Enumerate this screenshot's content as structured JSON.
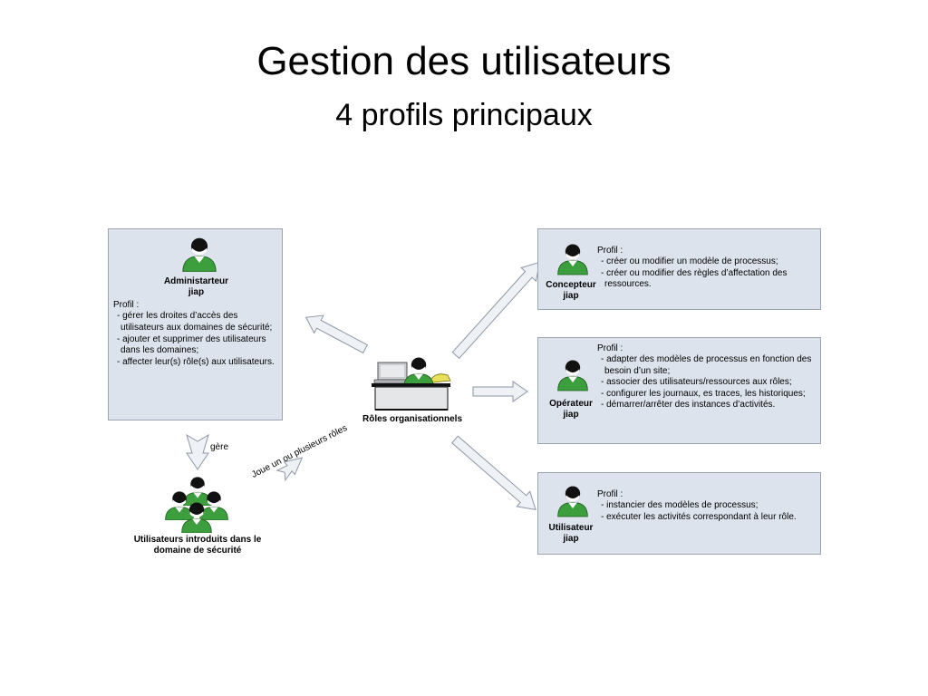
{
  "title": "Gestion des utilisateurs",
  "subtitle": "4 profils principaux",
  "colors": {
    "person_fill": "#3d9e3d",
    "person_head": "#111111",
    "box_bg": "#dde3ec",
    "arrow_fill": "#eef1f6",
    "arrow_stroke": "#8c97a6"
  },
  "administrateur": {
    "name_line1": "Administarteur",
    "name_line2": "jiap",
    "profile_title": "Profil :",
    "items": [
      "gérer les droites d’accès des utilisateurs aux domaines de sécurité;",
      "ajouter et supprimer des utilisateurs dans les domaines;",
      "affecter leur(s) rôle(s) aux utilisateurs."
    ]
  },
  "concepteur": {
    "name_line1": "Concepteur",
    "name_line2": "jiap",
    "profile_title": "Profil :",
    "items": [
      "créer ou modifier un modèle de processus;",
      "créer ou modifier des règles d’affectation des ressources."
    ]
  },
  "operateur": {
    "name_line1": "Opérateur",
    "name_line2": "jiap",
    "profile_title": "Profil :",
    "items": [
      "adapter des modèles de processus en fonction des besoin d’un site;",
      "associer des utilisateurs/ressources aux rôles;",
      "configurer les journaux, es traces, les historiques;",
      "démarrer/arrêter des instances d’activités."
    ]
  },
  "utilisateur": {
    "name_line1": "Utilisateur",
    "name_line2": "jiap",
    "profile_title": "Profil :",
    "items": [
      "instancier des modèles de processus;",
      "exécuter les activités correspondant à leur rôle."
    ]
  },
  "roles": {
    "label": "Rôles organisationnels"
  },
  "users_group": {
    "label_line1": "Utilisateurs introduits dans le",
    "label_line2": "domaine de sécurité"
  },
  "relations": {
    "gere": "gère",
    "joue": "Joue un ou plusieurs rôles"
  }
}
